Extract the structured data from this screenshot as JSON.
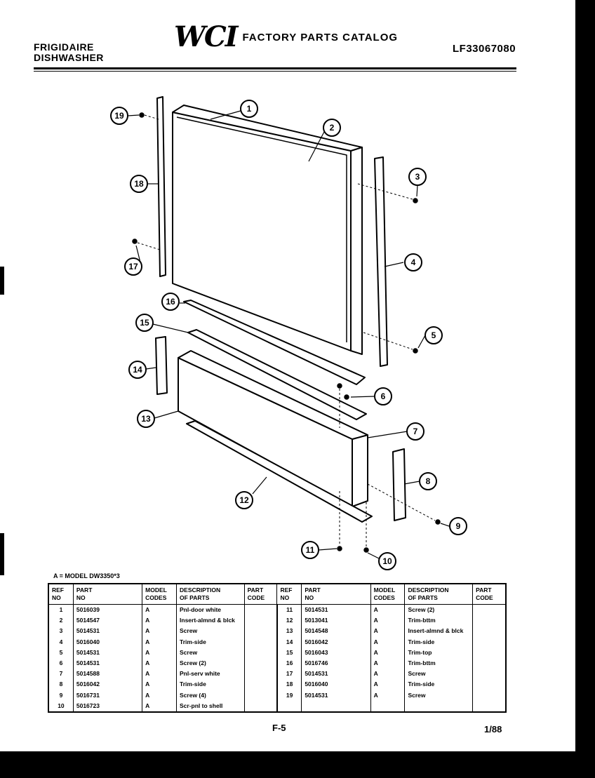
{
  "header": {
    "brand_line1": "FRIGIDAIRE",
    "brand_line2": "DISHWASHER",
    "logo": "WCI",
    "catalog_title": "FACTORY PARTS CATALOG",
    "model_number": "LF33067080"
  },
  "diagram": {
    "callouts": [
      "1",
      "2",
      "3",
      "4",
      "5",
      "6",
      "7",
      "8",
      "9",
      "10",
      "11",
      "12",
      "13",
      "14",
      "15",
      "16",
      "17",
      "18",
      "19"
    ]
  },
  "note": "A = MODEL DW3350*3",
  "table": {
    "headers": {
      "ref": [
        "REF",
        "NO"
      ],
      "part": [
        "PART",
        "NO"
      ],
      "model": [
        "MODEL",
        "CODES"
      ],
      "desc": [
        "DESCRIPTION",
        "OF PARTS"
      ],
      "code": [
        "PART",
        "CODE"
      ]
    },
    "left_rows": [
      {
        "ref": "1",
        "part": "5016039",
        "model": "A",
        "desc": "Pnl-door white"
      },
      {
        "ref": "2",
        "part": "5014547",
        "model": "A",
        "desc": "Insert-almnd & blck"
      },
      {
        "ref": "3",
        "part": "5014531",
        "model": "A",
        "desc": "Screw"
      },
      {
        "ref": "4",
        "part": "5016040",
        "model": "A",
        "desc": "Trim-side"
      },
      {
        "ref": "5",
        "part": "5014531",
        "model": "A",
        "desc": "Screw"
      },
      {
        "ref": "6",
        "part": "5014531",
        "model": "A",
        "desc": "Screw (2)"
      },
      {
        "ref": "7",
        "part": "5014588",
        "model": "A",
        "desc": "Pnl-serv white"
      },
      {
        "ref": "8",
        "part": "5016042",
        "model": "A",
        "desc": "Trim-side"
      },
      {
        "ref": "9",
        "part": "5016731",
        "model": "A",
        "desc": "Screw (4)"
      },
      {
        "ref": "10",
        "part": "5016723",
        "model": "A",
        "desc": "Scr-pnl to shell"
      }
    ],
    "right_rows": [
      {
        "ref": "11",
        "part": "5014531",
        "model": "A",
        "desc": "Screw (2)"
      },
      {
        "ref": "12",
        "part": "5013041",
        "model": "A",
        "desc": "Trim-bttm"
      },
      {
        "ref": "13",
        "part": "5014548",
        "model": "A",
        "desc": "Insert-almnd & blck"
      },
      {
        "ref": "14",
        "part": "5016042",
        "model": "A",
        "desc": "Trim-side"
      },
      {
        "ref": "15",
        "part": "5016043",
        "model": "A",
        "desc": "Trim-top"
      },
      {
        "ref": "16",
        "part": "5016746",
        "model": "A",
        "desc": "Trim-bttm"
      },
      {
        "ref": "17",
        "part": "5014531",
        "model": "A",
        "desc": "Screw"
      },
      {
        "ref": "18",
        "part": "5016040",
        "model": "A",
        "desc": "Trim-side"
      },
      {
        "ref": "19",
        "part": "5014531",
        "model": "A",
        "desc": "Screw"
      }
    ]
  },
  "footer": {
    "page": "F-5",
    "date": "1/88"
  }
}
